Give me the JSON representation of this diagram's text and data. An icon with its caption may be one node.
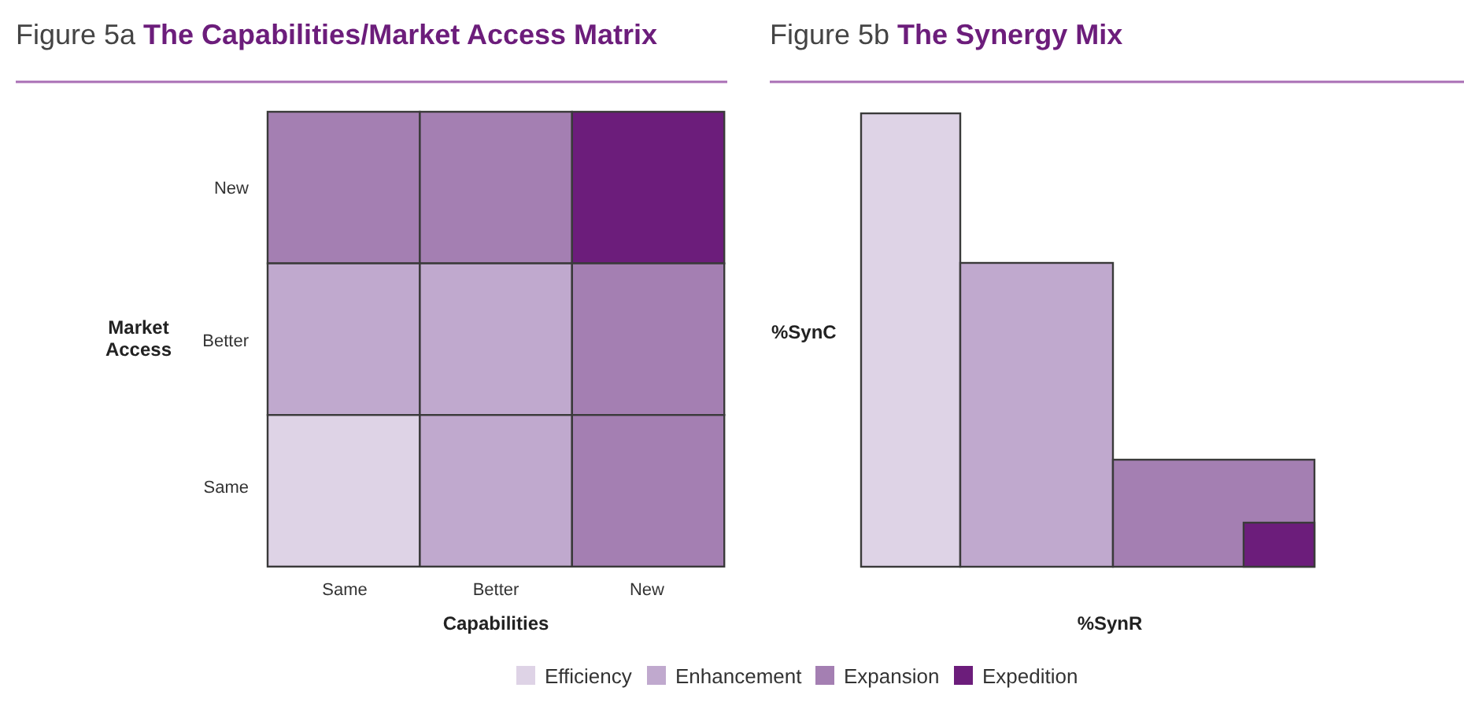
{
  "diagram": {
    "labels": [
      "Figure 5a **The Capabilities/Market Access Matrix**",
      "Figure 5b **The Synergy Mix**",
      "New",
      "Better",
      "Same",
      "Market Access",
      "Same",
      "Better",
      "New",
      "Capabilities",
      "%SynC",
      "%SynR"
    ],
    "legend": [
      {
        "text": "Efficiency",
        "color": "#ded3e6"
      },
      {
        "text": "Enhancement",
        "color": "#c0a9ce"
      },
      {
        "text": "Expansion",
        "color": "#a47fb2"
      },
      {
        "text": "Expedition",
        "color": "#6c1d7b"
      }
    ]
  }
}
